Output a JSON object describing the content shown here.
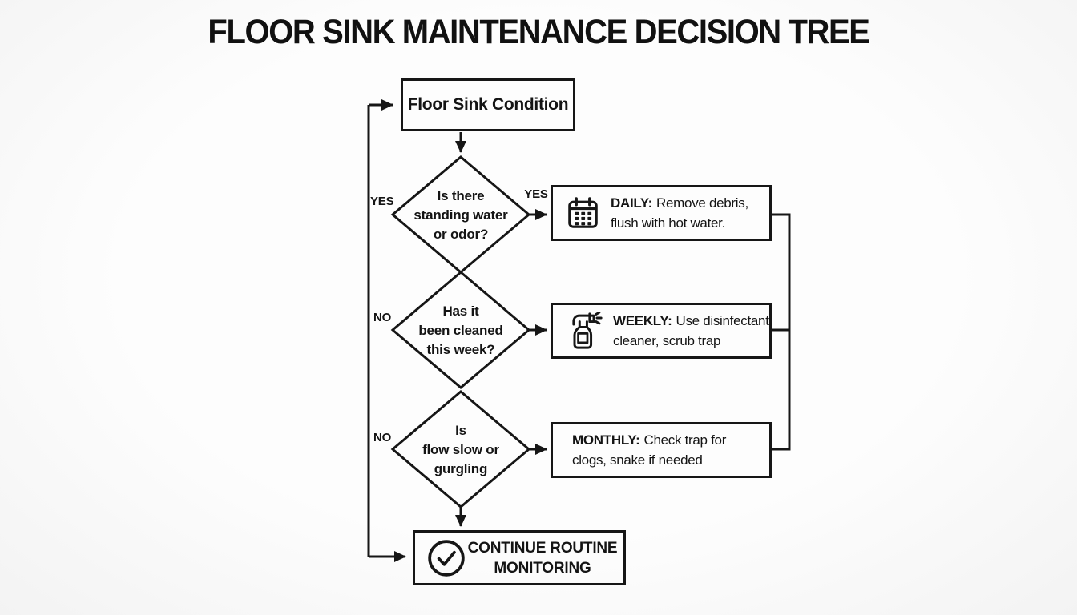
{
  "title": "FLOOR SINK MAINTENANCE DECISION TREE",
  "colors": {
    "line": "#161616",
    "background": "#fdfdfd",
    "text": "#141414"
  },
  "flowchart": {
    "start": {
      "label": "Floor Sink Condition"
    },
    "decisions": [
      {
        "lines": [
          "Is there",
          "standing water",
          "or odor?"
        ],
        "left_label": "YES",
        "right_label": "YES"
      },
      {
        "lines": [
          "Has it",
          "been cleaned",
          "this week?"
        ],
        "left_label": "NO"
      },
      {
        "lines": [
          "Is",
          "flow slow or",
          "gurgling"
        ],
        "left_label": "NO"
      }
    ],
    "actions": [
      {
        "icon": "calendar-icon",
        "prefix": "DAILY:",
        "line1": "Remove debris,",
        "line2": "flush with hot water."
      },
      {
        "icon": "spray-bottle-icon",
        "prefix": "WEEKLY:",
        "line1": "Use disinfectant",
        "line2": "cleaner, scrub trap"
      },
      {
        "icon": "none",
        "prefix": "MONTHLY:",
        "line1": "Check trap for",
        "line2": "clogs, snake if needed"
      }
    ],
    "end": {
      "icon": "check-circle-icon",
      "line1": "CONTINUE ROUTINE",
      "line2": "MONITORING"
    }
  }
}
